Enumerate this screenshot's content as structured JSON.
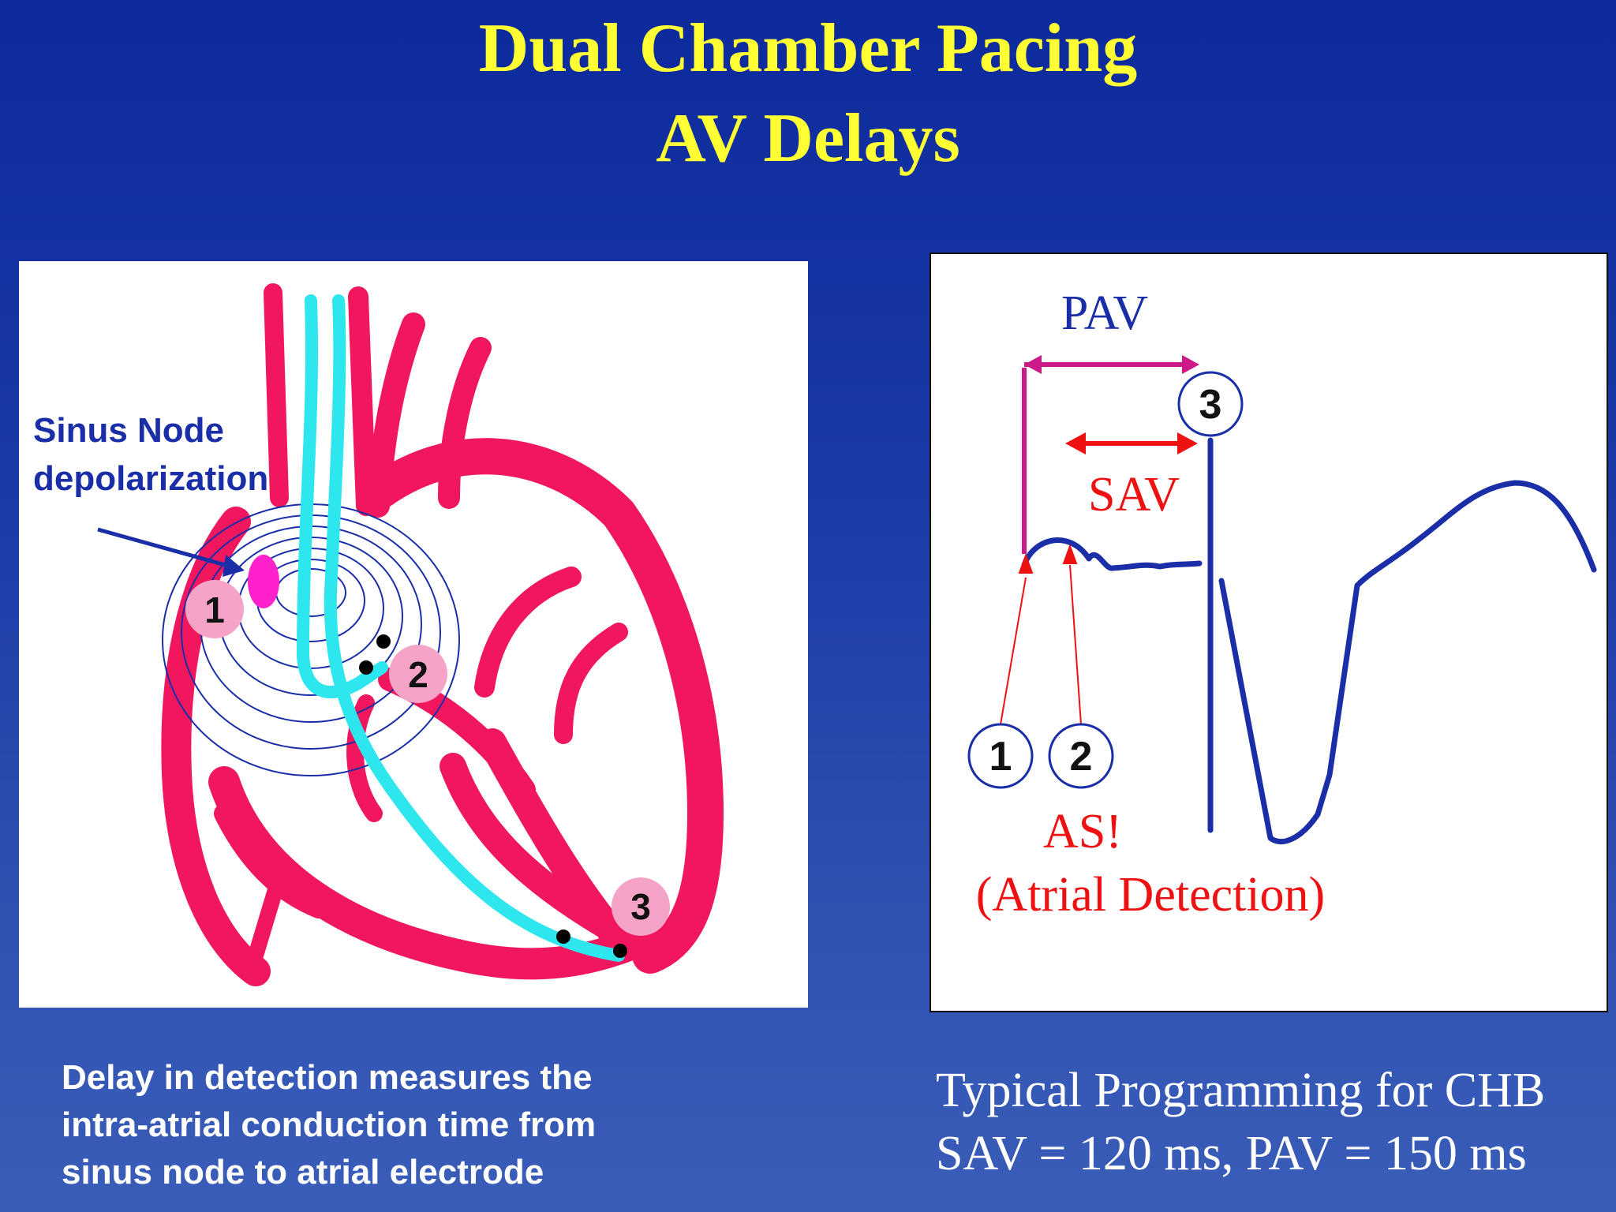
{
  "slide": {
    "title_line1": "Dual Chamber Pacing",
    "title_line2": "AV Delays"
  },
  "heart_diagram": {
    "label_line1": "Sinus Node",
    "label_line2": "depolarization",
    "markers": [
      "1",
      "2",
      "3"
    ]
  },
  "timing_diagram": {
    "pav_label": "PAV",
    "sav_label": "SAV",
    "marker_1": "1",
    "marker_2": "2",
    "marker_3": "3",
    "as_label": "AS!",
    "detection_label": "(Atrial Detection)"
  },
  "captions": {
    "left_lines": [
      "Delay in detection measures the",
      "intra-atrial conduction time from",
      "sinus node to atrial electrode"
    ],
    "right_lines": [
      "Typical Programming for CHB",
      "SAV = 120 ms, PAV = 150 ms"
    ]
  },
  "colors": {
    "background": "#1a3aa6",
    "title": "#ffff33",
    "heart": "#f0175f",
    "lead": "#2ee6ee",
    "ecg_trace": "#1a2ea8",
    "pav_bracket": "#cc1a88",
    "sav_arrow": "#ee1111",
    "marker_fill": "#f5a3c7"
  }
}
